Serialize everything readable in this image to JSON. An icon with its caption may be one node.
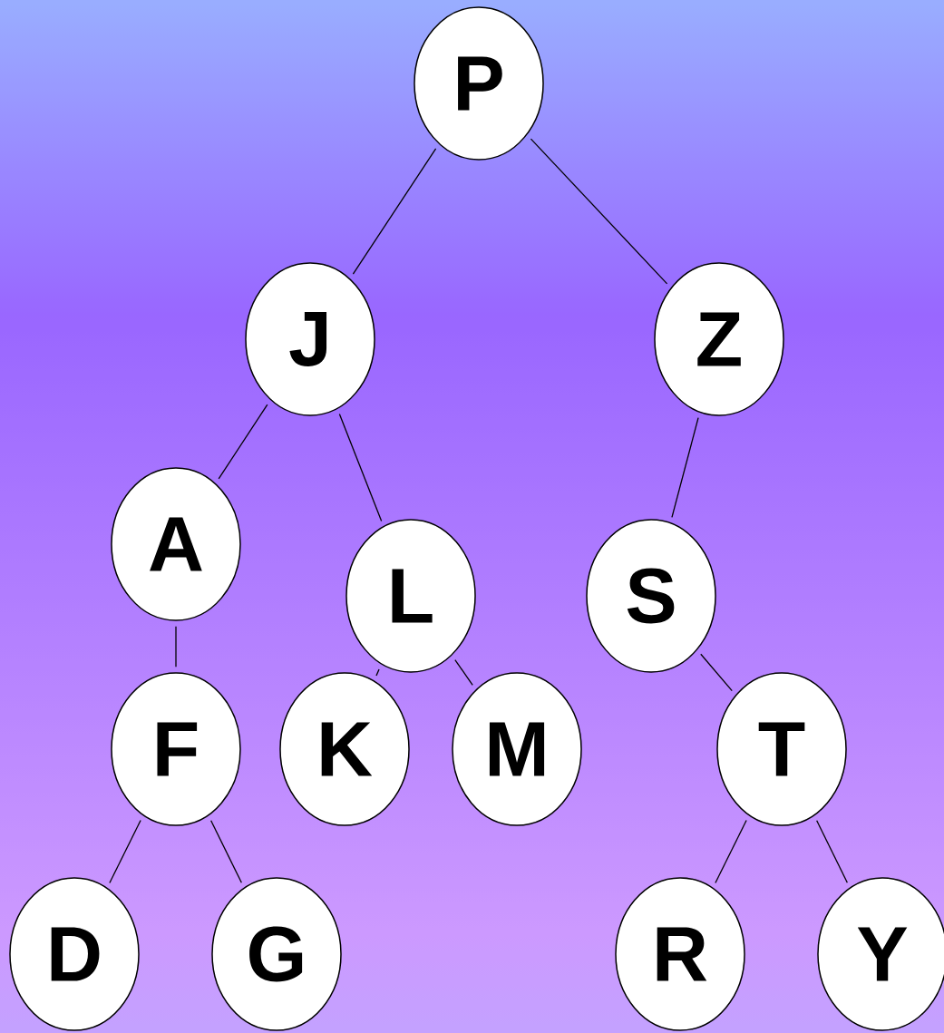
{
  "diagram": {
    "nodes": [
      {
        "text": [
          "P"
        ]
      },
      {
        "text": [
          "J"
        ]
      },
      {
        "text": [
          "Z"
        ]
      },
      {
        "text": [
          "A"
        ]
      },
      {
        "text": [
          "L"
        ]
      },
      {
        "text": [
          "S"
        ]
      },
      {
        "text": [
          "F"
        ]
      },
      {
        "text": [
          "K"
        ]
      },
      {
        "text": [
          "M"
        ]
      },
      {
        "text": [
          "T"
        ]
      },
      {
        "text": [
          "D"
        ]
      },
      {
        "text": [
          "G"
        ]
      },
      {
        "text": [
          "R"
        ]
      },
      {
        "text": [
          "Y"
        ]
      }
    ],
    "edges": [
      {
        "from": 0,
        "to": 1,
        "arrow": "none"
      },
      {
        "from": 0,
        "to": 2,
        "arrow": "none"
      },
      {
        "from": 1,
        "to": 3,
        "arrow": "none"
      },
      {
        "from": 1,
        "to": 4,
        "arrow": "none"
      },
      {
        "from": 2,
        "to": 5,
        "arrow": "none"
      },
      {
        "from": 3,
        "to": 6,
        "arrow": "none"
      },
      {
        "from": 4,
        "to": 7,
        "arrow": "none"
      },
      {
        "from": 4,
        "to": 8,
        "arrow": "none"
      },
      {
        "from": 5,
        "to": 9,
        "arrow": "none"
      },
      {
        "from": 6,
        "to": 10,
        "arrow": "none"
      },
      {
        "from": 6,
        "to": 11,
        "arrow": "none"
      },
      {
        "from": 9,
        "to": 12,
        "arrow": "none"
      },
      {
        "from": 9,
        "to": 13,
        "arrow": "none"
      }
    ]
  }
}
